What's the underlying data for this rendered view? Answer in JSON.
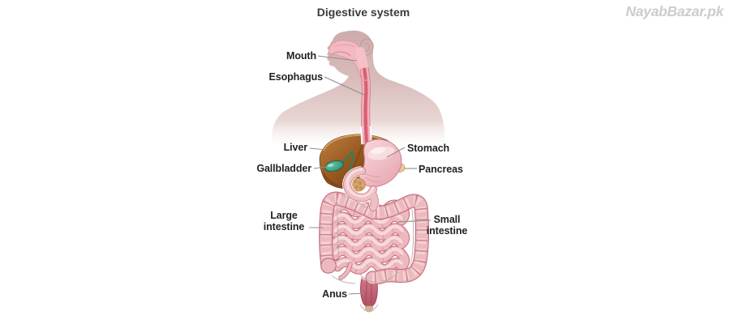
{
  "header": {
    "title": "Digestive system",
    "watermark": "NayabBazar.pk"
  },
  "diagram": {
    "labels": {
      "mouth": "Mouth",
      "esophagus": "Esophagus",
      "liver": "Liver",
      "gallbladder": "Gallbladder",
      "stomach": "Stomach",
      "pancreas": "Pancreas",
      "large_intestine": "Large intestine",
      "small_intestine": "Small intestine",
      "anus": "Anus"
    },
    "colors": {
      "body_silhouette": "#d9bcba",
      "organ_pink": "#ecb9be",
      "esophagus_red": "#d95f72",
      "liver_brown": "#96581f",
      "gallbladder_green": "#2fa584",
      "rectum_red": "#c05a70",
      "pancreas_tan": "#edc49f",
      "label_text": "#222222",
      "pointer_line": "#8d8d8d",
      "watermark_gray": "#cccccc"
    }
  }
}
